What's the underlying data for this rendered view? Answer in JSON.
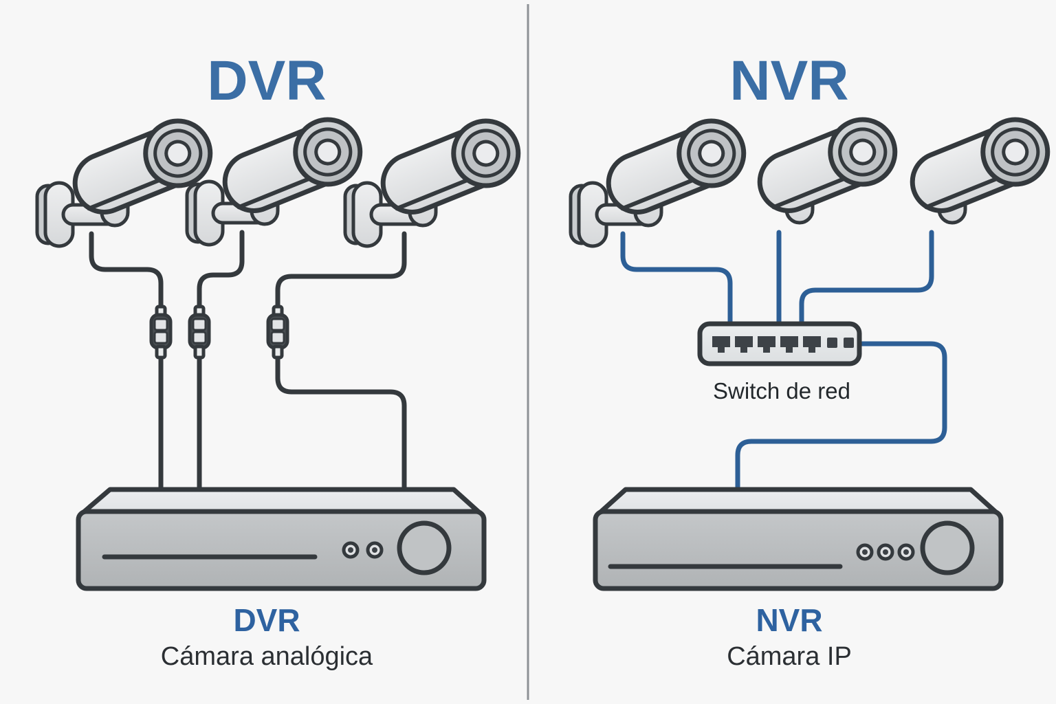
{
  "page": {
    "background_color": "#f7f7f7",
    "divider_color": "#8d9196",
    "accent_blue": "#3b6ea5",
    "cable_analog_color": "#34393d",
    "cable_network_color": "#2d5f96",
    "body_gray": "#b9bcbe",
    "body_light": "#e4e6e7"
  },
  "left_panel": {
    "title": "DVR",
    "device_label": "DVR",
    "caption": "Cámara analógica",
    "camera_count": 3,
    "camera_type": "analog-bullet-camera",
    "cable_type": "coaxial-bnc",
    "connector_count": 3,
    "recorder": {
      "name": "DVR",
      "indicator_lights": 2,
      "dial_knob": 1,
      "front_slot": 1
    }
  },
  "right_panel": {
    "title": "NVR",
    "device_label": "NVR",
    "caption": "Cámara IP",
    "camera_count": 3,
    "camera_type": "ip-bullet-camera",
    "cable_type": "ethernet",
    "switch": {
      "label": "Switch de red",
      "rj45_port_count": 5,
      "led_count": 2
    },
    "recorder": {
      "name": "NVR",
      "indicator_lights": 3,
      "dial_knob": 1,
      "front_slot": 1
    }
  },
  "icons": {
    "camera": "cctv-bullet-camera-icon",
    "bracket": "wall-mount-bracket-icon",
    "bnc": "bnc-connector-icon",
    "switch": "network-switch-icon",
    "recorder": "rack-recorder-icon",
    "rj45": "rj45-port-icon",
    "divider": "vertical-divider-icon"
  }
}
